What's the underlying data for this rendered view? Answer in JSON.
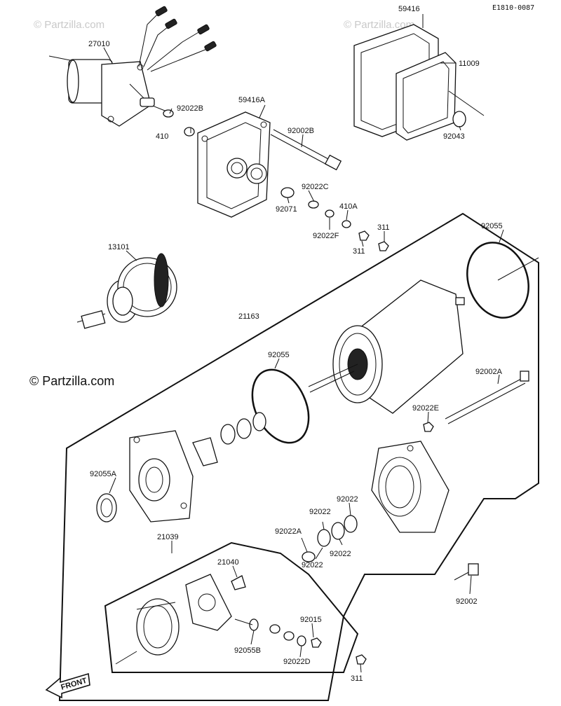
{
  "drawing_code": "E1810-0087",
  "watermark": "© Partzilla.com",
  "front_label": "FRONT",
  "labels": [
    {
      "id": "l-27010",
      "text": "27010"
    },
    {
      "id": "l-92022B",
      "text": "92022B"
    },
    {
      "id": "l-410",
      "text": "410"
    },
    {
      "id": "l-59416A",
      "text": "59416A"
    },
    {
      "id": "l-92002B",
      "text": "92002B"
    },
    {
      "id": "l-92022C",
      "text": "92022C"
    },
    {
      "id": "l-92071",
      "text": "92071"
    },
    {
      "id": "l-410A",
      "text": "410A"
    },
    {
      "id": "l-92022F",
      "text": "92022F"
    },
    {
      "id": "l-311a",
      "text": "311"
    },
    {
      "id": "l-311b",
      "text": "311"
    },
    {
      "id": "l-59416",
      "text": "59416"
    },
    {
      "id": "l-11009",
      "text": "11009"
    },
    {
      "id": "l-92043",
      "text": "92043"
    },
    {
      "id": "l-13101",
      "text": "13101"
    },
    {
      "id": "l-21163",
      "text": "21163"
    },
    {
      "id": "l-92055top",
      "text": "92055"
    },
    {
      "id": "l-92055mid",
      "text": "92055"
    },
    {
      "id": "l-92002A",
      "text": "92002A"
    },
    {
      "id": "l-92022E",
      "text": "92022E"
    },
    {
      "id": "l-92055A",
      "text": "92055A"
    },
    {
      "id": "l-92022a",
      "text": "92022"
    },
    {
      "id": "l-92022b",
      "text": "92022"
    },
    {
      "id": "l-92022A",
      "text": "92022A"
    },
    {
      "id": "l-92022c",
      "text": "92022"
    },
    {
      "id": "l-92022d",
      "text": "92022"
    },
    {
      "id": "l-21039",
      "text": "21039"
    },
    {
      "id": "l-21040",
      "text": "21040"
    },
    {
      "id": "l-92002",
      "text": "92002"
    },
    {
      "id": "l-92015",
      "text": "92015"
    },
    {
      "id": "l-92055B",
      "text": "92055B"
    },
    {
      "id": "l-92022D",
      "text": "92022D"
    },
    {
      "id": "l-311c",
      "text": "311"
    }
  ]
}
